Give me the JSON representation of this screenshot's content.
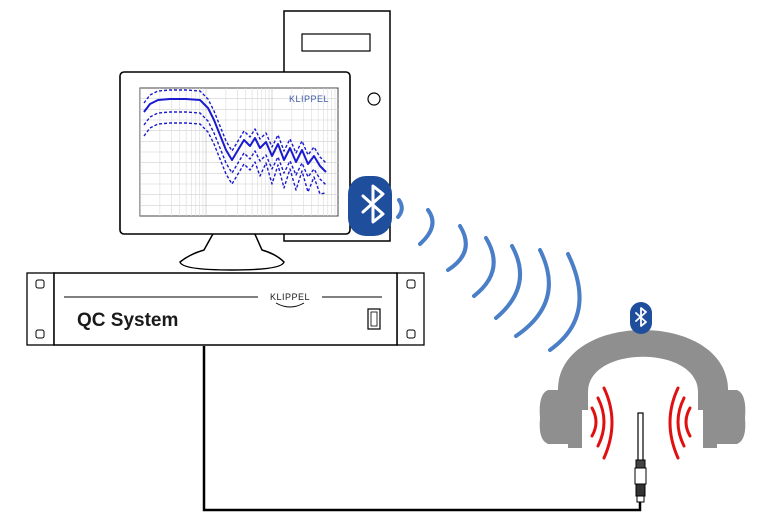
{
  "rack": {
    "label": "QC System",
    "brand": "KLIPPEL"
  },
  "monitor": {
    "screen_brand": "KLIPPEL"
  },
  "icons": {
    "computer_bluetooth": "bluetooth-icon",
    "headphone_bluetooth": "bluetooth-icon"
  },
  "colors": {
    "bluetooth_badge": "#1f4e9c",
    "wireless_waves": "#4a7fc8",
    "curves": "#1a1ad0",
    "headphones": "#8f8f8f",
    "sound_waves": "#e01010",
    "outline": "#000000"
  }
}
